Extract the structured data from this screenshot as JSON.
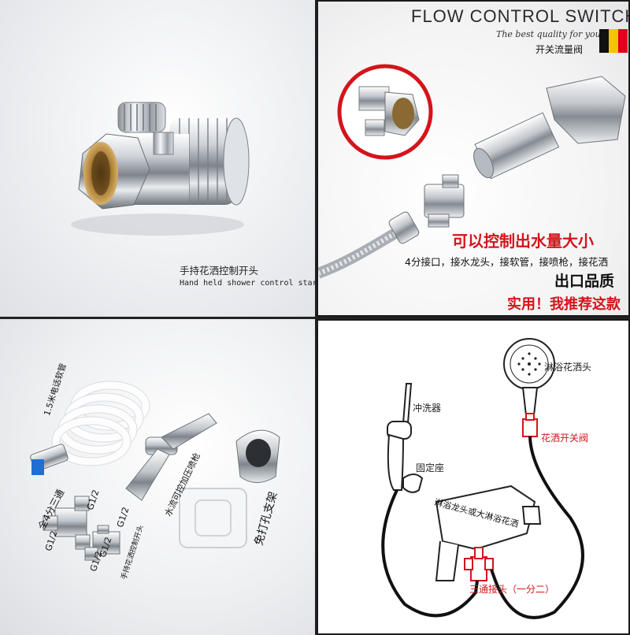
{
  "panel1": {
    "caption_cn": "手持花洒控制开头",
    "caption_en": "Hand held shower control start"
  },
  "panel2": {
    "title": "FLOW CONTROL SWITCH",
    "subtitle": "The best quality for you",
    "title_cn": "开关流量阀",
    "headline": "可以控制出水量大小",
    "spec_line": "4分接口，接水龙头，接软管，接喷枪，接花洒",
    "quality": "出口品质",
    "recommend": "实用！我推荐这款",
    "flag_colors": [
      "#111111",
      "#f2c500",
      "#e3001b"
    ]
  },
  "panel3": {
    "hose_label": "1.5米电话软管",
    "tee_label": "全4分三通",
    "gun_label": "水流可控加压喷枪",
    "holder_label": "免打孔支架",
    "valve_label": "手持花洒控制开头",
    "port_g1": "G1/2",
    "port_g2": "G1/2",
    "port_g3": "G1/2",
    "port_g4": "G1/2",
    "port_g5": "G1/2"
  },
  "panel4": {
    "shower_head": "淋浴花洒头",
    "sprayer": "冲洗器",
    "fixed_seat": "固定座",
    "valve": "花洒开关阀",
    "faucet": "淋浴龙头或大淋浴花洒",
    "tee": "三通接头（一分二）",
    "accent_red": "#d4141a"
  }
}
